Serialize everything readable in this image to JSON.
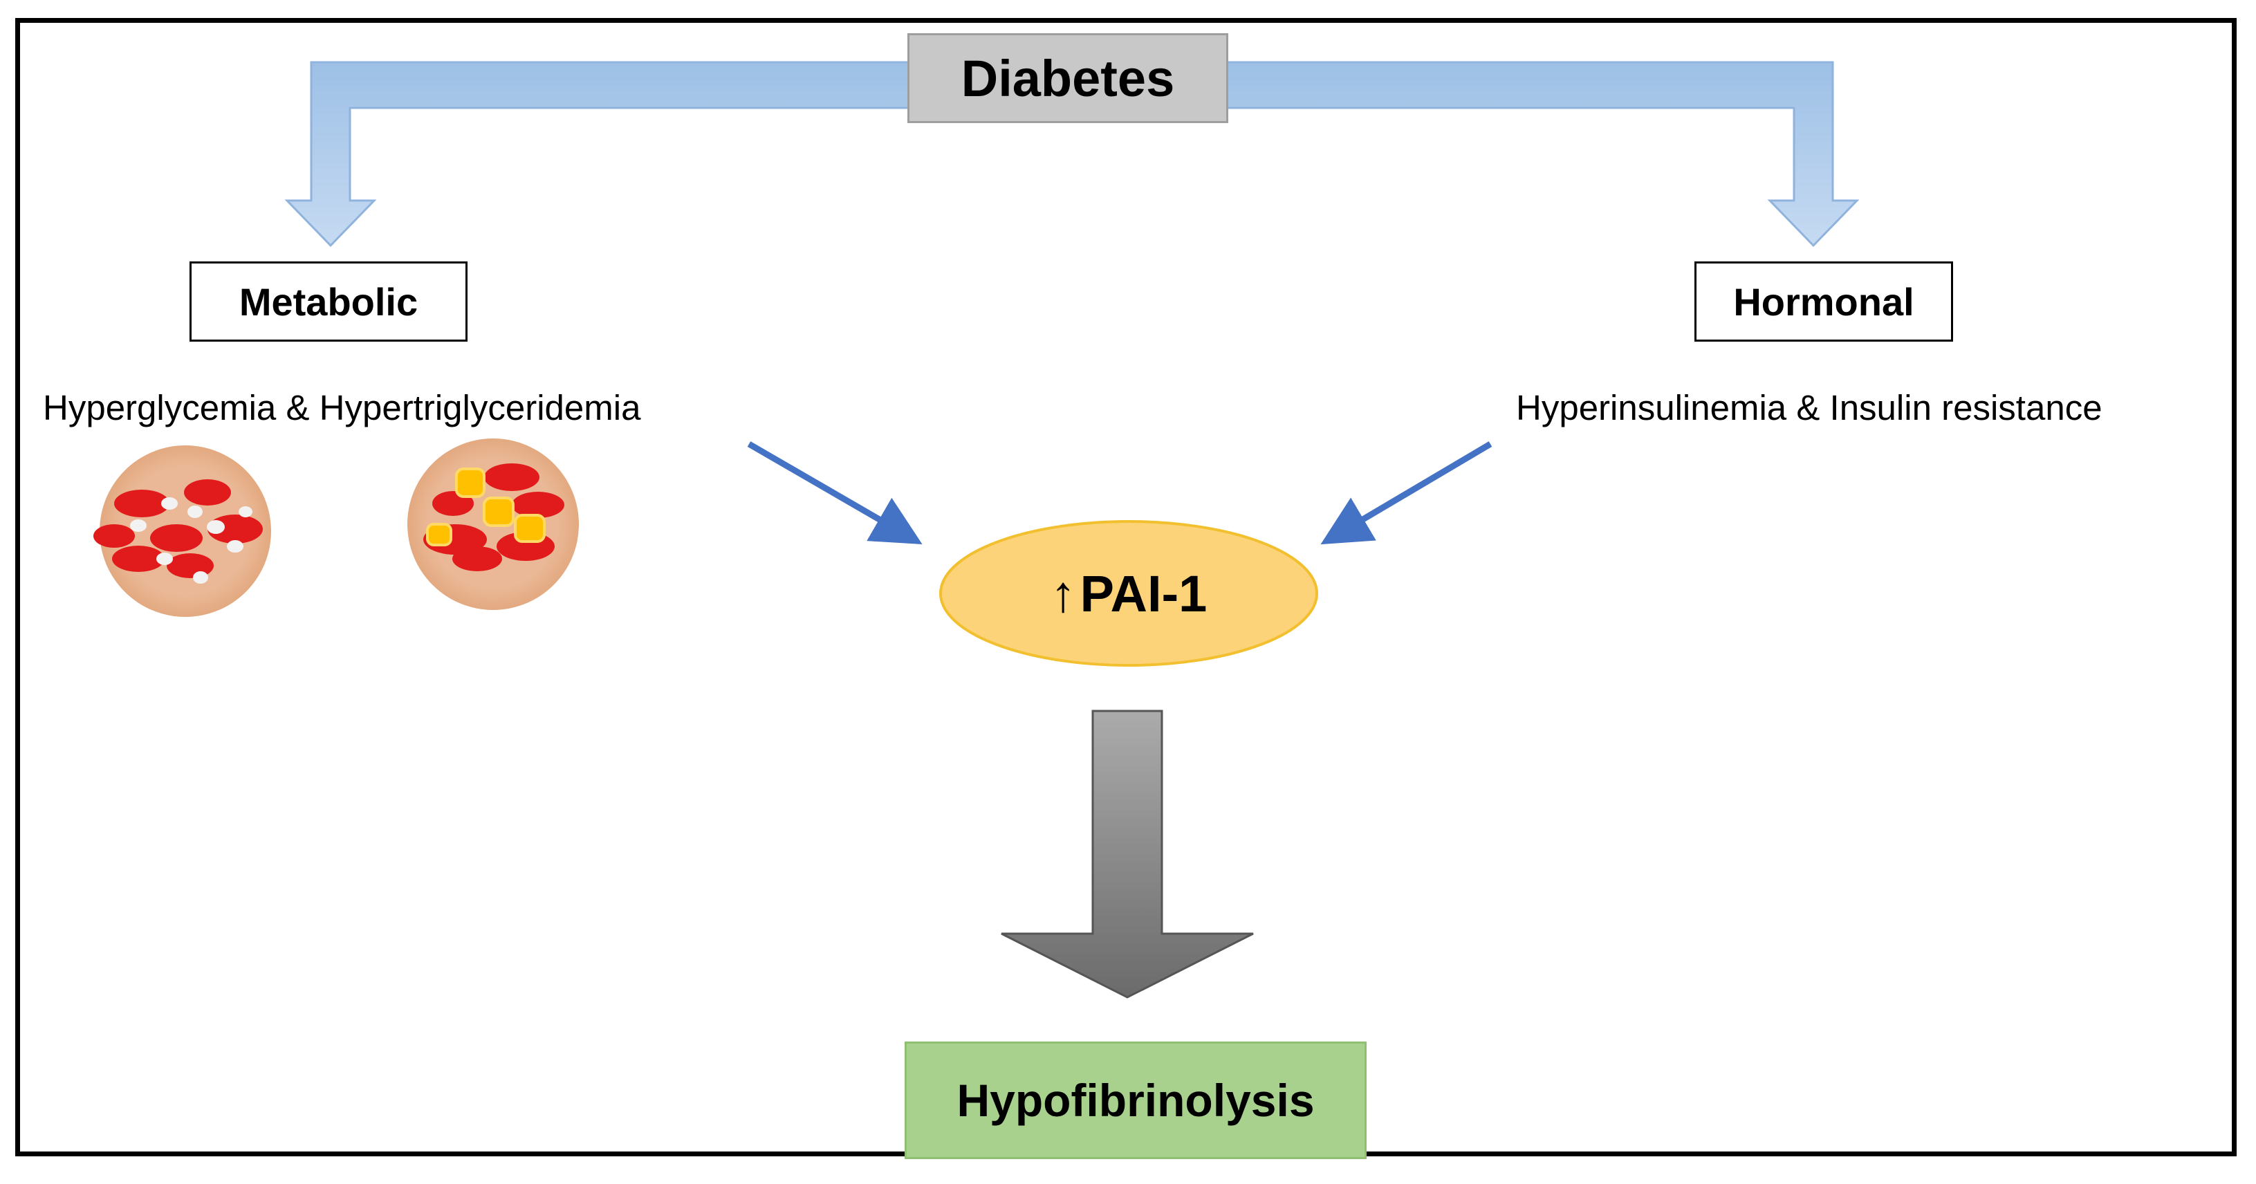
{
  "top_node": {
    "label": "Diabetes",
    "fill": "#c8c8c8"
  },
  "left_branch": {
    "label": "Metabolic",
    "caption": "Hyperglycemia & Hypertriglyceridemia"
  },
  "right_branch": {
    "label": "Hormonal",
    "caption": "Hyperinsulinemia & Insulin resistance"
  },
  "center_node": {
    "arrow_symbol": "↑",
    "label": "PAI-1",
    "fill": "#fdd37a"
  },
  "bottom_node": {
    "label": "Hypofibrinolysis",
    "fill": "#a8d18e"
  },
  "colors": {
    "branch_arrow": "#9dc0e6",
    "pointer_arrow": "#4472c4",
    "down_arrow": "#808080",
    "red_cell": "#e11b1b",
    "plate": "#eab896",
    "glucose": "#f2f2f2",
    "lipid": "#ffc000"
  },
  "icons": [
    "glucose-blood-plate-icon",
    "lipid-blood-plate-icon"
  ]
}
